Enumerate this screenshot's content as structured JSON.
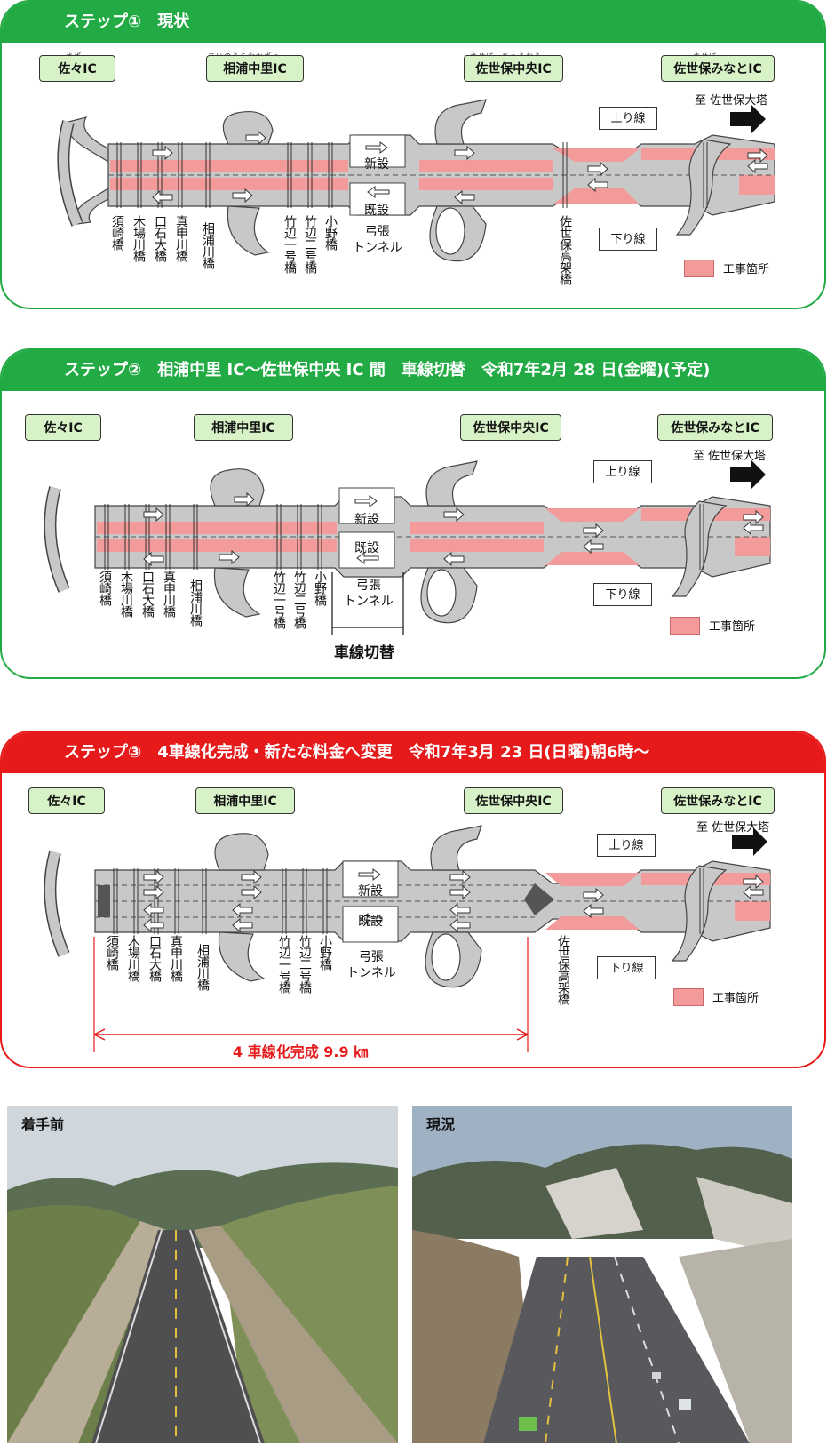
{
  "steps": [
    {
      "title": "ステップ①　現状",
      "ic": {
        "sasa": "佐々IC",
        "ainoura": "相浦中里IC",
        "sasebo_chuo": "佐世保中央IC",
        "sasebo_minato": "佐世保みなとIC"
      },
      "ruby": {
        "sasa": "さざ",
        "ainoura": "あいのうらなかざと",
        "sasebo_chuo": "させぼ　ちゅうおう",
        "sasebo_minato": "させぼ"
      },
      "tunnel_boxes": {
        "new": "新設",
        "existing": "既設"
      }
    },
    {
      "title": "ステップ②　相浦中里 IC～佐世保中央 IC 間　車線切替　令和7年2月 28 日(金曜)(予定)",
      "ic": {
        "sasa": "佐々IC",
        "ainoura": "相浦中里IC",
        "sasebo_chuo": "佐世保中央IC",
        "sasebo_minato": "佐世保みなとIC"
      },
      "tunnel_boxes": {
        "new": "新設",
        "existing": "既設"
      },
      "switch_label": "車線切替"
    },
    {
      "title": "ステップ③　4車線化完成・新たな料金へ変更　令和7年3月 23 日(日曜)朝6時～",
      "ic": {
        "sasa": "佐々IC",
        "ainoura": "相浦中里IC",
        "sasebo_chuo": "佐世保中央IC",
        "sasebo_minato": "佐世保みなとIC"
      },
      "tunnel_boxes": {
        "new": "新設",
        "existing": "既設"
      },
      "completion_label": "4 車線化完成 9.9 ㎞"
    }
  ],
  "common": {
    "up_line": "上り線",
    "down_line": "下り線",
    "destination": "至 佐世保大塔",
    "legend": "工事箇所",
    "tunnel": "弓張\nトンネル",
    "bridges": {
      "sunezaki": "須崎橋",
      "kibagawa": "木場川橋",
      "kuchiishio": "口石大橋",
      "shinmogawa": "真申川橋",
      "ainouragawa": "相浦川橋",
      "takenabe1": "竹辺一号橋",
      "takenabe2": "竹辺二号橋",
      "ono": "小野橋",
      "sasebo_kouka": "佐世保高架橋"
    },
    "colors": {
      "construction": "#f39a9a",
      "road": "#c8c8c8",
      "green": "#22aa44",
      "red": "#e61a1a"
    }
  },
  "photos": {
    "before": "着手前",
    "current": "現況"
  }
}
